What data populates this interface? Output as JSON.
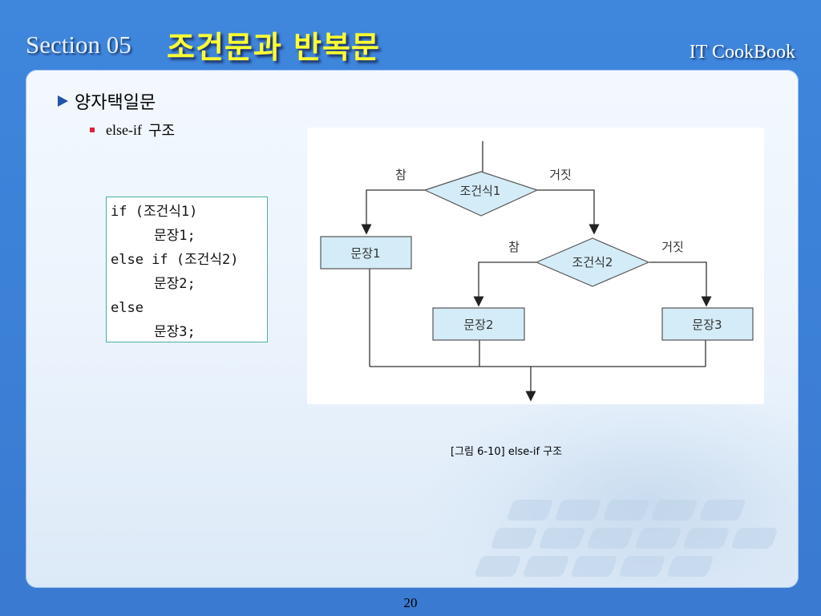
{
  "header": {
    "section": "Section 05",
    "title": "조건문과 반복문",
    "brand": "IT CookBook"
  },
  "content": {
    "heading": "양자택일문",
    "subitem_code": "else-if",
    "subitem_ko": "구조",
    "code_lines": [
      "if (조건식1)",
      "문장1;",
      "else if (조건식2)",
      "문장2;",
      "else",
      "문장3;"
    ]
  },
  "figure": {
    "cond1": "조건식1",
    "cond2": "조건식2",
    "true_label": "참",
    "false_label": "거짓",
    "stmt1": "문장1",
    "stmt2": "문장2",
    "stmt3": "문장3",
    "caption": "[그림 6-10] else-if 구조"
  },
  "footer": {
    "page": "20"
  }
}
